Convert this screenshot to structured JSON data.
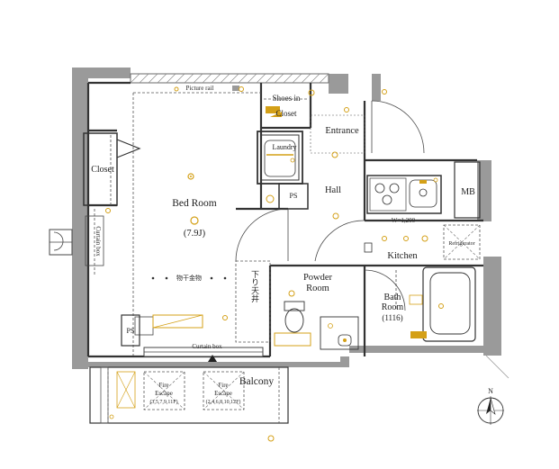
{
  "rooms": {
    "bedroom": "Bed Room",
    "bedroom_size": "(7.9J)",
    "closet_left": "Closet",
    "shoes_in": "Shoes in",
    "shoes_closet": "Closet",
    "laundry": "Laundry",
    "entrance": "Entrance",
    "hall": "Hall",
    "mb": "MB",
    "kitchen": "Kitchen",
    "powder_1": "Powder",
    "powder_2": "Room",
    "bath_1": "Bath",
    "bath_2": "Room",
    "bath_size": "(1116)",
    "balcony": "Balcony"
  },
  "annotations": {
    "picture_rail": "Picture rail",
    "curtain_box_side": "Curtain box",
    "curtain_box_bottom": "Curtain box",
    "ps_1": "PS",
    "ps_2": "PS",
    "drying_hardware": "物干金物",
    "lowered_ceiling": "下り天井",
    "kitchen_width": "W=1,200",
    "refrigerator": "Refrigerator",
    "fire_escape_1_title": "Fire",
    "fire_escape_1_sub": "Escape",
    "fire_escape_1_floors": "(3,5,7,9,11F)",
    "fire_escape_2_title": "Fire",
    "fire_escape_2_sub": "Escape",
    "fire_escape_2_floors": "(2,4,6,8,10,12F)",
    "north": "N"
  }
}
